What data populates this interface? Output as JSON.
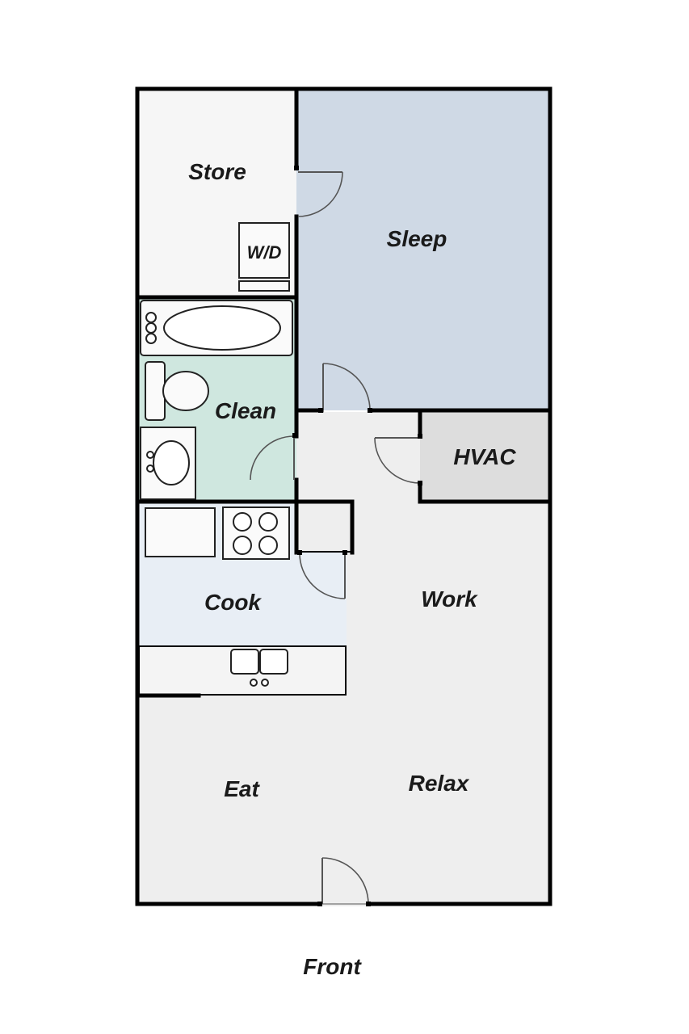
{
  "rooms": {
    "store": "Store",
    "sleep": "Sleep",
    "laundry": "W/D",
    "clean": "Clean",
    "hvac": "HVAC",
    "cook": "Cook",
    "work": "Work",
    "eat": "Eat",
    "relax": "Relax"
  },
  "footer": {
    "orientation": "Front"
  },
  "colors": {
    "sleep": "#cfd9e5",
    "clean": "#cfe7df",
    "cook": "#e8eef5",
    "hvac": "#dddddd",
    "floor": "#eeeeee",
    "store": "#f6f6f6"
  }
}
